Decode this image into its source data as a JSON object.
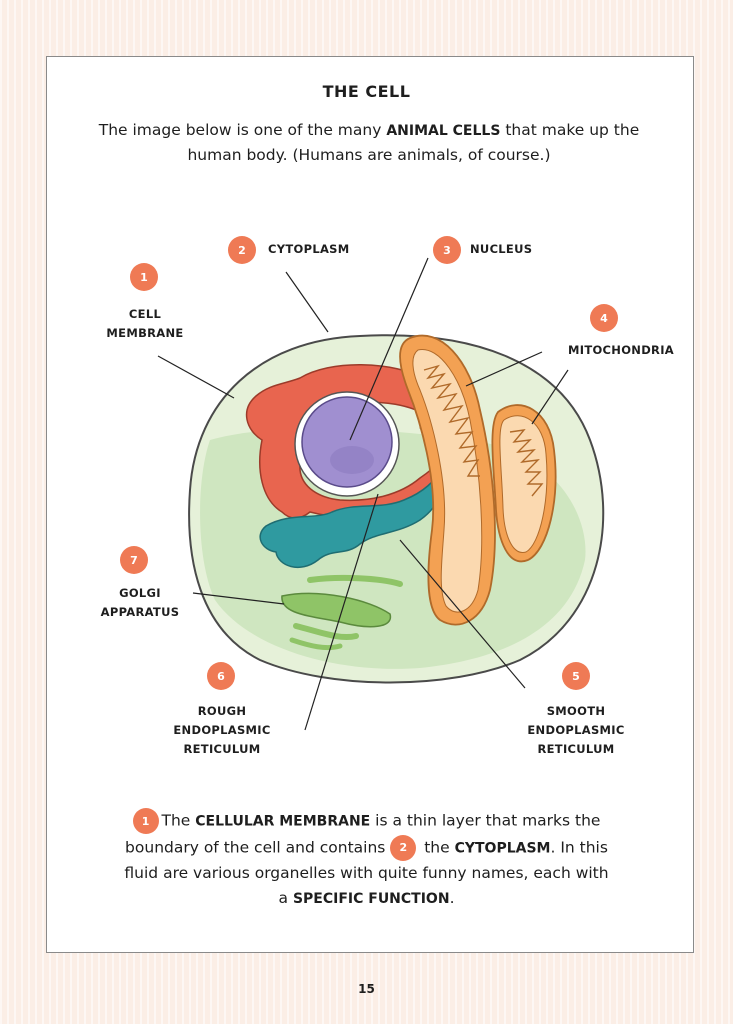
{
  "page": {
    "title": "THE CELL",
    "intro": {
      "part1": "The image below is one of the many ",
      "emph": "ANIMAL CELLS",
      "part2": " that make up the human body. (Humans are animals, of course.)"
    },
    "page_number": "15"
  },
  "diagram": {
    "labels": [
      {
        "id": "1",
        "line1": "CELL",
        "line2": "MEMBRANE"
      },
      {
        "id": "2",
        "line1": "CYTOPLASM",
        "line2": ""
      },
      {
        "id": "3",
        "line1": "NUCLEUS",
        "line2": ""
      },
      {
        "id": "4",
        "line1": "MITOCHONDRIA",
        "line2": ""
      },
      {
        "id": "5",
        "line1": "SMOOTH ENDOPLASMIC",
        "line2": "RETICULUM"
      },
      {
        "id": "6",
        "line1": "ROUGH ENDOPLASMIC",
        "line2": "RETICULUM"
      },
      {
        "id": "7",
        "line1": "GOLGI",
        "line2": "APPARATUS"
      }
    ]
  },
  "footer_text": {
    "badge1": "1",
    "t1": "The ",
    "e1": "CELLULAR MEMBRANE",
    "t2": " is a thin layer that marks the boundary of the cell and contains ",
    "badge2": "2",
    "t3": " the ",
    "e2": "CYTOPLASM",
    "t4": ". In this fluid are various organelles with quite funny names, each with a ",
    "e3": "SPECIFIC FUNCTION",
    "t5": "."
  },
  "colors": {
    "badge": "#ef7a55",
    "membrane_fill": "#e3efd6",
    "cytoplasm_inner": "#cfe6c0",
    "rough_er": "#e8654f",
    "nucleus": "#a08fd0",
    "smooth_er": "#2f9aa0",
    "golgi": "#8fc467",
    "mitochondria": "#f3a153"
  }
}
